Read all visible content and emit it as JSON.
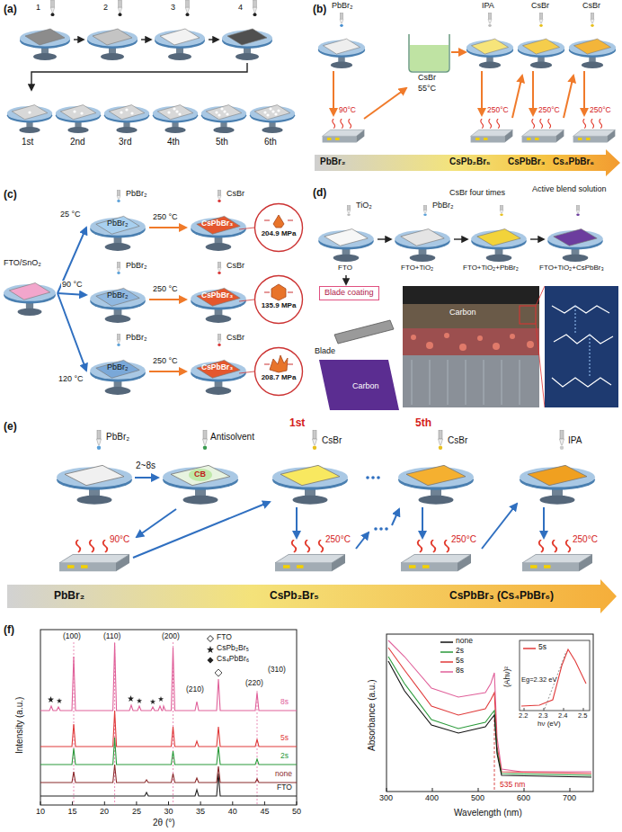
{
  "diagram": {
    "nodes": [
      {
        "text": [
          "204.9 MPa"
        ]
      },
      {
        "text": [
          "135.9 MPa"
        ]
      },
      {
        "text": [
          "208.7 MPa"
        ]
      },
      {
        "text": [
          "Blade coating"
        ]
      }
    ],
    "labels": [
      "(a)",
      "1",
      "2",
      "3",
      "4",
      "1st",
      "2nd",
      "3rd",
      "4th",
      "5th",
      "6th",
      "(b)",
      "PbBr₂",
      "IPA",
      "CsBr",
      "CsBr",
      "CsBr",
      "55°C",
      "90°C",
      "250°C",
      "250°C",
      "250°C",
      "PbBr₂",
      "CsPb₂Br₅",
      "CsPbBr₃",
      "Cs₄PbBr₆",
      "(c)",
      "FTO/SnO₂",
      "PbBr₂",
      "25 °C",
      "PbBr₂",
      "CsBr",
      "250 °C",
      "CsPbBr₃",
      "PbBr₂",
      "90 °C",
      "PbBr₂",
      "CsBr",
      "250 °C",
      "CsPbBr₃",
      "PbBr₂",
      "120 °C",
      "PbBr₂",
      "CsBr",
      "250 °C",
      "CsPbBr₃",
      "(d)",
      "TiO₂",
      "PbBr₂",
      "CsBr four times",
      "Active blend solution",
      "FTO",
      "FTO+TiO₂",
      "FTO+TiO₂+PbBr₂",
      "FTO+TiO₂+CsPbBr₃",
      "Carbon",
      "Blade",
      "Carbon",
      "(e)",
      "PbBr₂",
      "Antisolvent",
      "CB",
      "1st",
      "CsBr",
      "5th",
      "CsBr",
      "IPA",
      "2~8s",
      "90°C",
      "250°C",
      "250°C",
      "250°C",
      "PbBr₂",
      "CsPb₂Br₅",
      "CsPbBr₃ (Cs₄PbBr₆)",
      "(f)",
      "Intensity (a.u.)",
      "2θ (°)",
      "10",
      "15",
      "20",
      "25",
      "30",
      "35",
      "40",
      "45",
      "50",
      "(100)",
      "(110)",
      "(200)",
      "(210)",
      "(220)",
      "(310)",
      "8s",
      "5s",
      "2s",
      "none",
      "FTO",
      "Absorbance (a.u.)",
      "Wavelength (nm)",
      "300",
      "400",
      "500",
      "600",
      "700",
      "535 nm",
      "(Ahν)²",
      "hν (eV)",
      "2.2",
      "2.3",
      "2.4",
      "2.5",
      "Eg=2.32 eV"
    ],
    "legend": [
      {
        "text": "FTO"
      },
      {
        "text": "CsPb₂Br₅"
      },
      {
        "text": "Cs₄PbBr₆"
      },
      {
        "text": "none"
      },
      {
        "text": "2s"
      },
      {
        "text": "5s"
      },
      {
        "text": "8s"
      },
      {
        "text": "5s"
      }
    ]
  }
}
